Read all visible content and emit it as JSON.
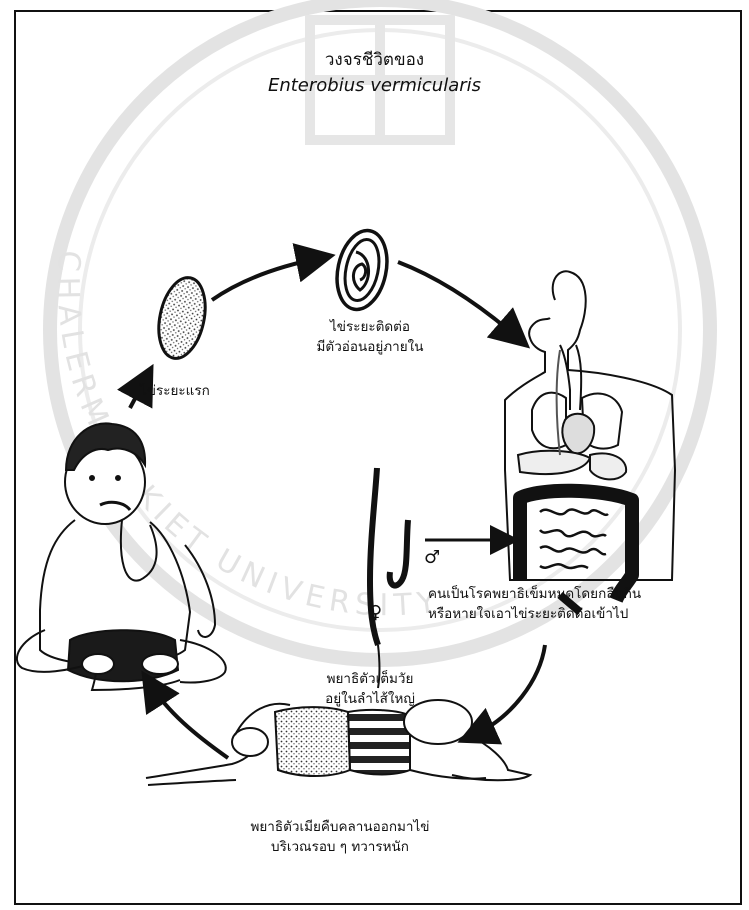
{
  "title": {
    "line1": "วงจรชีวิตของ",
    "line2": "Enterobius vermicularis"
  },
  "labels": {
    "egg_early": "ไข่ระยะแรก",
    "egg_infective_1": "ไข่ระยะติดต่อ",
    "egg_infective_2": "มีตัวอ่อนอยู่ภายใน",
    "infection_1": "คนเป็นโรคพยาธิเข็มหมุดโดยกลืนกิน",
    "infection_2": "หรือหายใจเอาไข่ระยะติดต่อเข้าไป",
    "adult_1": "พยาธิตัวเต็มวัย",
    "adult_2": "อยู่ในลำไส้ใหญ่",
    "laying_1": "พยาธิตัวเมียคืบคลานออกมาไข่",
    "laying_2": "บริเวณรอบ ๆ ทวารหนัก",
    "male_symbol": "♂",
    "female_symbol": "♀"
  },
  "watermark": {
    "text": "CHALERMPRAKIET UNIVERSITY",
    "color": "#dddddd"
  },
  "colors": {
    "ink": "#111111",
    "background": "#ffffff"
  }
}
